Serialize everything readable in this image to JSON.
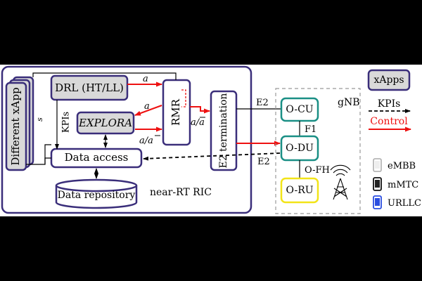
{
  "ric": {
    "label": "near-RT RIC",
    "xapp_stack_label": "Different xApp",
    "drl_label": "DRL (HT/LL)",
    "explora_label": "EXPLORA",
    "rmr_label": "RMR",
    "data_access_label": "Data access",
    "data_repository_label": "Data repository",
    "e2_termination_label": "E2 termination",
    "s_label": "s",
    "kpis_label": "KPIs",
    "a_label_top": "a",
    "a_label_mid": "a",
    "a_abar_label_mid": "a/a",
    "a_abar_label_right": "a/a"
  },
  "gnb": {
    "label": "gNB",
    "ocu_label": "O-CU",
    "odu_label": "O-DU",
    "oru_label": "O-RU",
    "f1_label": "F1",
    "ofh_label": "O-FH",
    "e2_top_label": "E2",
    "e2_bottom_label": "E2"
  },
  "legend": {
    "xapps_label": "xApps",
    "kpis_label": "KPIs",
    "control_label": "Control"
  },
  "slices": {
    "embb": "eMBB",
    "mmtc": "mMTC",
    "urllc": "URLLC"
  },
  "colors": {
    "purple": "#3a2e7a",
    "gray_box": "#d9d9d9",
    "teal": "#1a8f85",
    "yellow": "#f2e418",
    "red": "#ee1111",
    "urllc_blue": "#2a4de0"
  }
}
